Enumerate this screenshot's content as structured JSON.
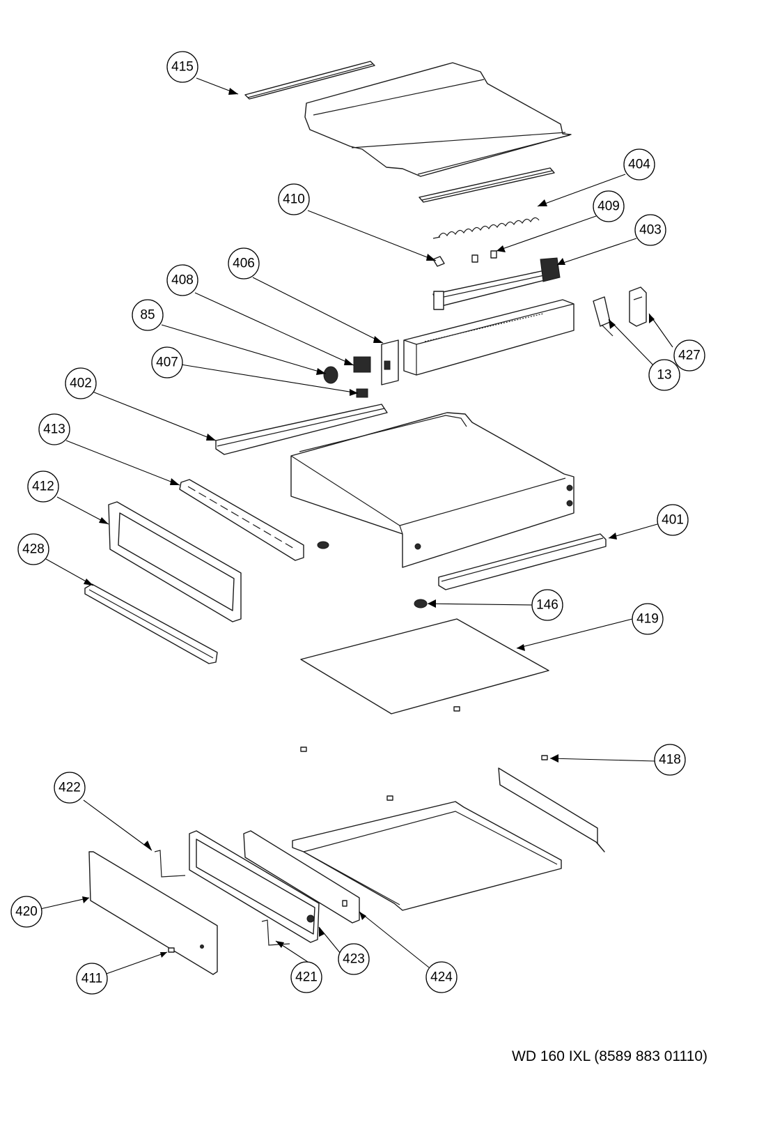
{
  "caption": "WD 160 IXL (8589 883 01110)",
  "callouts": [
    "415",
    "404",
    "410",
    "409",
    "403",
    "406",
    "408",
    "85",
    "407",
    "402",
    "413",
    "412",
    "428",
    "13",
    "427",
    "401",
    "146",
    "419",
    "418",
    "422",
    "420",
    "411",
    "421",
    "423",
    "424"
  ]
}
